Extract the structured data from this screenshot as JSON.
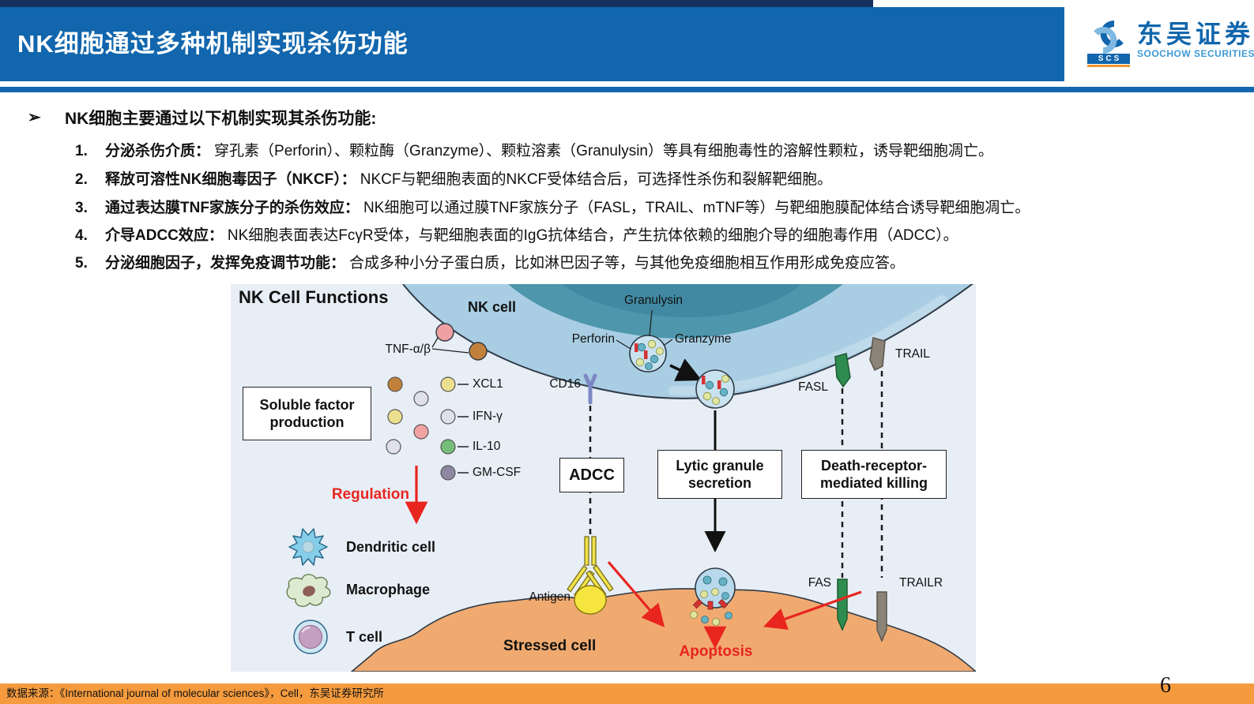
{
  "header": {
    "title": "NK细胞通过多种机制实现杀伤功能",
    "logo": {
      "abbr": "SCS",
      "cn": "东吴证券",
      "en": "SOOCHOW SECURITIES"
    }
  },
  "content": {
    "bullet_marker": "➢",
    "heading": "NK细胞主要通过以下机制实现其杀伤功能:",
    "items": [
      {
        "num": "1.",
        "bold": "分泌杀伤介质：",
        "text": "穿孔素（Perforin）、颗粒酶（Granzyme）、颗粒溶素（Granulysin）等具有细胞毒性的溶解性颗粒，诱导靶细胞凋亡。"
      },
      {
        "num": "2.",
        "bold": "释放可溶性NK细胞毒因子（NKCF）：",
        "text": "NKCF与靶细胞表面的NKCF受体结合后，可选择性杀伤和裂解靶细胞。"
      },
      {
        "num": "3.",
        "bold": "通过表达膜TNF家族分子的杀伤效应：",
        "text": "NK细胞可以通过膜TNF家族分子（FASL，TRAIL、mTNF等）与靶细胞膜配体结合诱导靶细胞凋亡。"
      },
      {
        "num": "4.",
        "bold": "介导ADCC效应：",
        "text": "NK细胞表面表达FcγR受体，与靶细胞表面的IgG抗体结合，产生抗体依赖的细胞介导的细胞毒作用（ADCC）。"
      },
      {
        "num": "5.",
        "bold": "分泌细胞因子，发挥免疫调节功能：",
        "text": "合成多种小分子蛋白质，比如淋巴因子等，与其他免疫细胞相互作用形成免疫应答。"
      }
    ]
  },
  "diagram": {
    "title": "NK Cell Functions",
    "nk_cell": "NK cell",
    "granulysin": "Granulysin",
    "perforin": "Perforin",
    "granzyme": "Granzyme",
    "tnf": "TNF-α/β",
    "cd16": "CD16",
    "cytokines": {
      "xcl1": "XCL1",
      "ifng": "IFN-γ",
      "il10": "IL-10",
      "gmcsf": "GM-CSF"
    },
    "soluble_box": "Soluble factor production",
    "regulation": "Regulation",
    "dendritic": "Dendritic cell",
    "macrophage": "Macrophage",
    "tcell": "T cell",
    "adcc": "ADCC",
    "lytic": "Lytic granule secretion",
    "death": "Death-receptor-mediated killing",
    "fasl": "FASL",
    "trail": "TRAIL",
    "fas": "FAS",
    "trailr": "TRAILR",
    "antigen": "Antigen",
    "stressed": "Stressed cell",
    "apoptosis": "Apoptosis"
  },
  "footer": {
    "source": "数据来源：《International journal of molecular sciences》，Cell，东吴证券研究所",
    "page": "6"
  },
  "colors": {
    "header_blue": "#1166ad",
    "footer_orange": "#f59b3e",
    "accent_red": "#e8251f"
  }
}
